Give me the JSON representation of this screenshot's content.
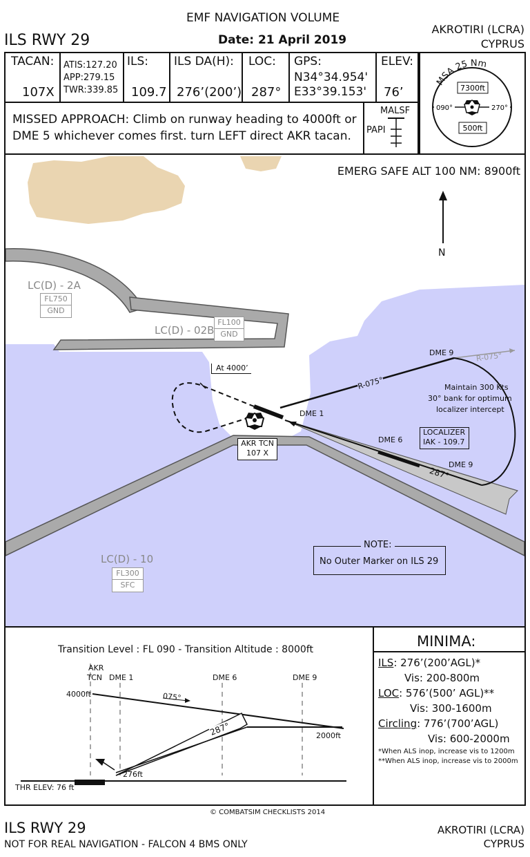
{
  "header": {
    "volume": "EMF NAVIGATION VOLUME",
    "date": "Date: 21 April 2019",
    "title": "ILS RWY 29",
    "airport": "AKROTIRI (LCRA)",
    "country": "CYPRUS"
  },
  "info": {
    "tacan_label": "TACAN:",
    "tacan_value": "107X",
    "atis": "ATIS:127.20",
    "app": "APP:279.15",
    "twr": "TWR:339.85",
    "ils_label": "ILS:",
    "ils_value": "109.7",
    "da_label": "ILS DA(H):",
    "da_value": "276’(200’)",
    "loc_label": "LOC:",
    "loc_value": "287°",
    "gps_label": "GPS:",
    "gps_lat": "N34°34.954'",
    "gps_lon": "E33°39.153'",
    "elev_label": "ELEV:",
    "elev_value": "76’",
    "missed_approach_1": "MISSED APPROACH: Climb on runway heading to 4000ft or",
    "missed_approach_2": "DME 5 whichever comes first. turn LEFT direct AKR tacan.",
    "malsf": "MALSF",
    "papi": "PAPI"
  },
  "msa": {
    "title": "MSA 25 Nm",
    "north_alt": "7300ft",
    "south_alt": "500ft",
    "left_bearing": "090°",
    "right_bearing": "270°"
  },
  "plan": {
    "emerg_safe_alt": "EMERG SAFE ALT 100 NM: 8900ft",
    "north": "N",
    "lc_2a": "LC(D) - 2A",
    "lc_2a_top": "FL750",
    "lc_2a_bot": "GND",
    "lc_02b": "LC(D) - 02B",
    "lc_02b_top": "FL100",
    "lc_02b_bot": "GND",
    "lc_10": "LC(D) - 10",
    "lc_10_top": "FL300",
    "lc_10_bot": "SFC",
    "at_4000": "At 4000’",
    "dme9_top": "DME 9",
    "r075_gray": "R-075°",
    "r075": "R-075°",
    "maintain_1": "Maintain 300 Kts",
    "maintain_2": "30° bank for optimum",
    "maintain_3": "localizer intercept",
    "dme1": "DME 1",
    "dme6": "DME 6",
    "dme9_bottom": "DME 9",
    "localizer_1": "LOCALIZER",
    "localizer_2": "IAK - 109.7",
    "course_287": "287°",
    "akr_tcn_1": "AKR TCN",
    "akr_tcn_2": "107 X",
    "note_title": "NOTE:",
    "note_text": "No Outer Marker on ILS 29"
  },
  "profile": {
    "transition": "Transition Level : FL 090  -  Transition Altitude : 8000ft",
    "akr": "AKR",
    "tcn": "TCN",
    "dme1": "DME 1",
    "dme6": "DME 6",
    "dme9": "DME 9",
    "alt_4000": "4000ft",
    "alt_2000": "2000ft",
    "alt_276": "276ft",
    "course_075": "075°",
    "course_287": "287°",
    "thr_elev": "THR ELEV: 76 ft"
  },
  "minima": {
    "title": "MINIMA:",
    "ils_label": "ILS",
    "ils_value": ": 276’(200’AGL)*",
    "ils_vis": "Vis: 200-800m",
    "loc_label": "LOC",
    "loc_value": ": 576’(500’ AGL)**",
    "loc_vis": "Vis: 300-1600m",
    "circ_label": "Circling",
    "circ_value": ": 776’(700’AGL)",
    "circ_vis": "Vis: 600-2000m",
    "note1": "*When ALS inop, increase vis to 1200m",
    "note2": "**When ALS inop, increase vis to 2000m"
  },
  "footer": {
    "copyright": "© COMBATSIM CHECKLISTS 2014",
    "title": "ILS RWY 29",
    "disclaimer": "NOT FOR REAL NAVIGATION - FALCON 4 BMS ONLY",
    "airport": "AKROTIRI (LCRA)",
    "country": "CYPRUS"
  },
  "colors": {
    "sea": "#cfd0fb",
    "land": "#ead5b1",
    "restricted": "#aaaaaa"
  }
}
